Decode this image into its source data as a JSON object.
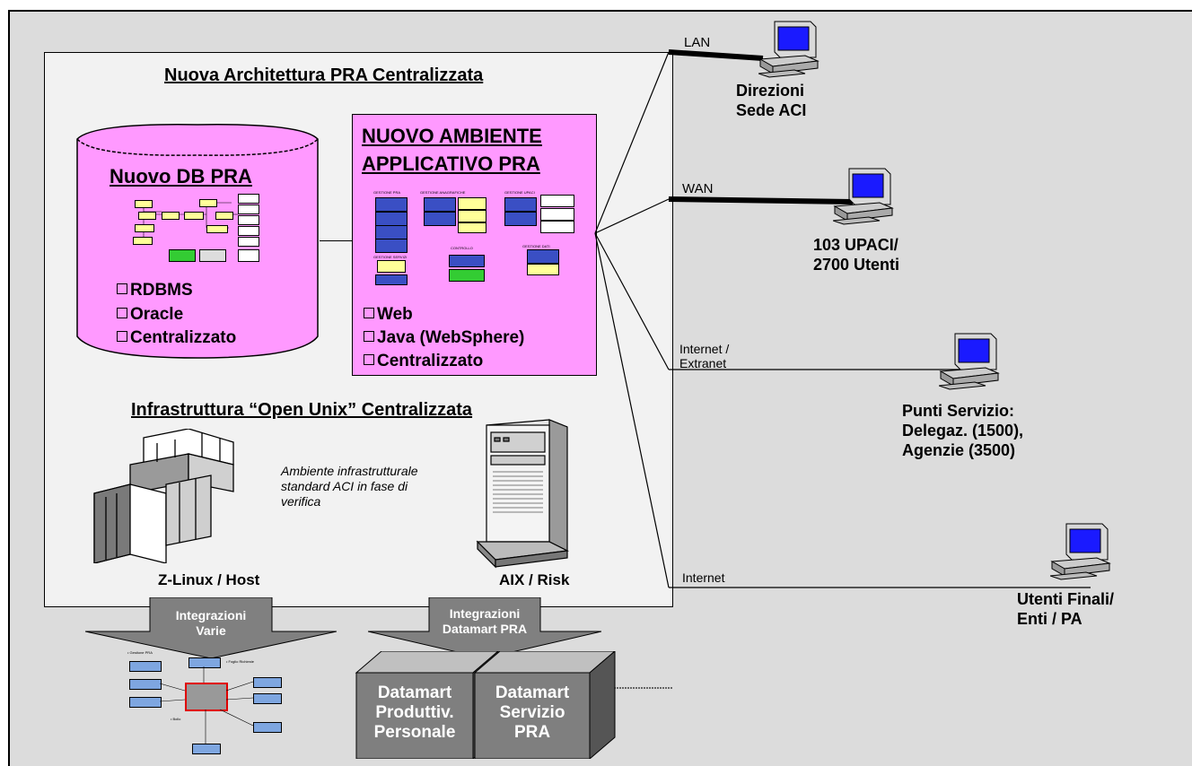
{
  "main": {
    "title": "Nuova Architettura PRA Centralizzata",
    "db": {
      "title": "Nuovo DB PRA",
      "bullets": [
        "RDBMS",
        "Oracle",
        "Centralizzato"
      ]
    },
    "app": {
      "title_line1": "NUOVO AMBIENTE",
      "title_line2": "APPLICATIVO PRA",
      "bullets": [
        "Web",
        "Java (WebSphere)",
        "Centralizzato"
      ]
    },
    "infra": {
      "title": "Infrastruttura “Open Unix” Centralizzata",
      "note": "Ambiente infrastrutturale standard ACI  in fase di verifica",
      "zlinux_label": "Z-Linux / Host",
      "aix_label": "AIX / Risk"
    }
  },
  "network": {
    "links": [
      {
        "label": "LAN",
        "site_lines": [
          "Direzioni",
          "Sede ACI"
        ]
      },
      {
        "label": "WAN",
        "site_lines": [
          "103 UPACI/",
          "2700 Utenti"
        ]
      },
      {
        "label": "Internet / Extranet",
        "label_lines": [
          "Internet /",
          "Extranet"
        ],
        "site_lines": [
          "Punti Servizio:",
          "Delegaz. (1500),",
          "Agenzie (3500)"
        ]
      },
      {
        "label": "Internet",
        "site_lines": [
          "Utenti Finali/",
          "Enti / PA"
        ]
      }
    ]
  },
  "integrations": {
    "varie": {
      "lines": [
        "Integrazioni",
        "Varie"
      ]
    },
    "datamart": {
      "lines": [
        "Integrazioni",
        "Datamart PRA"
      ]
    },
    "datamart_boxes": [
      {
        "lines": [
          "Datamart",
          "Produttiv.",
          "Personale"
        ]
      },
      {
        "lines": [
          "Datamart",
          "Servizio",
          "PRA"
        ]
      }
    ]
  },
  "colors": {
    "background": "#dcdcdc",
    "pink": "#ff99ff",
    "navy": "#000080",
    "arrow_gray": "#808080",
    "datamart_gray": "#7f7f7f",
    "screen_blue": "#1a1aff"
  },
  "icons": [
    "database-cylinder-icon",
    "mainframe-icon",
    "server-tower-icon",
    "desktop-computer-icon",
    "down-arrow-icon",
    "cube-icon"
  ]
}
